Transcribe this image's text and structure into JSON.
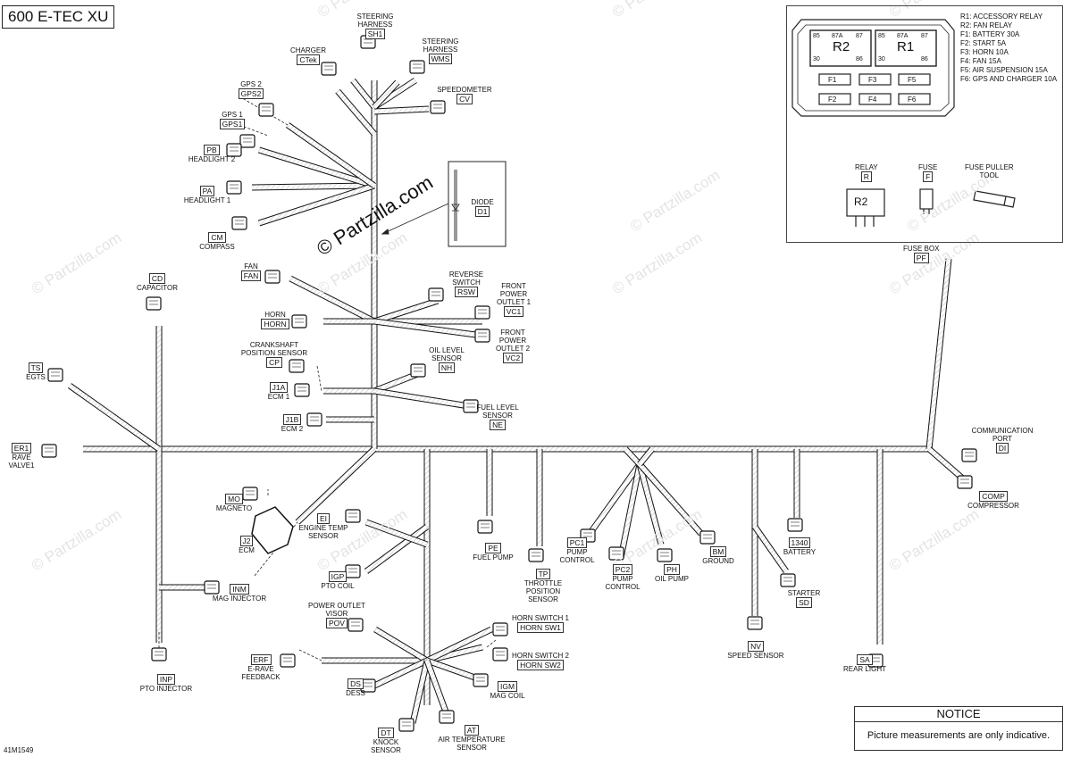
{
  "title": "600 E-TEC XU",
  "drawing_code": "41M1549",
  "watermark": "© Partzilla.com",
  "fuse_box": {
    "legend": [
      "R1: ACCESSORY RELAY",
      "R2: FAN RELAY",
      "F1: BATTERY 30A",
      "F2: START 5A",
      "F3: HORN 10A",
      "F4: FAN 15A",
      "F5: AIR SUSPENSION 15A",
      "F6: GPS AND CHARGER 10A"
    ],
    "relay_terms": [
      "85",
      "87A",
      "87",
      "30",
      "86"
    ],
    "relay_ids": [
      "R2",
      "R1"
    ],
    "fuse_ids": [
      "F1",
      "F3",
      "F5",
      "F2",
      "F4",
      "F6"
    ],
    "relay_label": "RELAY",
    "relay_code": "R",
    "relay_big": "R2",
    "fuse_label": "FUSE",
    "fuse_code": "F",
    "puller_label": "FUSE PULLER\nTOOL",
    "box_label": "FUSE BOX",
    "box_code": "PF"
  },
  "components": [
    {
      "id": "sh1",
      "name": "STEERING\nHARNESS",
      "code": "SH1"
    },
    {
      "id": "wms",
      "name": "STEERING\nHARNESS",
      "code": "WMS"
    },
    {
      "id": "ctek",
      "name": "CHARGER",
      "code": "CTek"
    },
    {
      "id": "cv",
      "name": "SPEEDOMETER",
      "code": "CV"
    },
    {
      "id": "gps2",
      "name": "GPS 2",
      "code": "GPS2"
    },
    {
      "id": "gps1",
      "name": "GPS 1",
      "code": "GPS1"
    },
    {
      "id": "pb",
      "name": "HEADLIGHT 2",
      "code": "PB"
    },
    {
      "id": "pa",
      "name": "HEADLIGHT 1",
      "code": "PA"
    },
    {
      "id": "d1",
      "name": "DIODE",
      "code": "D1"
    },
    {
      "id": "cm",
      "name": "COMPASS",
      "code": "CM"
    },
    {
      "id": "fan",
      "name": "FAN",
      "code": "FAN"
    },
    {
      "id": "rsw",
      "name": "REVERSE\nSWITCH",
      "code": "RSW"
    },
    {
      "id": "vc1",
      "name": "FRONT\nPOWER\nOUTLET 1",
      "code": "VC1"
    },
    {
      "id": "vc2",
      "name": "FRONT\nPOWER\nOUTLET 2",
      "code": "VC2"
    },
    {
      "id": "horn",
      "name": "HORN",
      "code": "HORN"
    },
    {
      "id": "cd",
      "name": "CAPACITOR",
      "code": "CD"
    },
    {
      "id": "cp",
      "name": "CRANKSHAFT\nPOSITION SENSOR",
      "code": "CP"
    },
    {
      "id": "nh",
      "name": "OIL LEVEL\nSENSOR",
      "code": "NH"
    },
    {
      "id": "ts",
      "name": "EGTS",
      "code": "TS"
    },
    {
      "id": "j1a",
      "name": "ECM 1",
      "code": "J1A"
    },
    {
      "id": "ne",
      "name": "FUEL LEVEL\nSENSOR",
      "code": "NE"
    },
    {
      "id": "j1b",
      "name": "ECM 2",
      "code": "J1B"
    },
    {
      "id": "er1",
      "name": "RAVE\nVALVE1",
      "code": "ER1"
    },
    {
      "id": "di",
      "name": "COMMUNICATION\nPORT",
      "code": "DI"
    },
    {
      "id": "comp",
      "name": "COMPRESSOR",
      "code": "COMP"
    },
    {
      "id": "mo",
      "name": "MAGNETO",
      "code": "MO"
    },
    {
      "id": "ei",
      "name": "ENGINE TEMP\nSENSOR",
      "code": "EI"
    },
    {
      "id": "j2",
      "name": "ECM",
      "code": "J2"
    },
    {
      "id": "pe",
      "name": "FUEL PUMP",
      "code": "PE"
    },
    {
      "id": "tp",
      "name": "THROTTLE\nPOSITION\nSENSOR",
      "code": "TP"
    },
    {
      "id": "pc1",
      "name": "PUMP\nCONTROL",
      "code": "PC1"
    },
    {
      "id": "pc2",
      "name": "PUMP\nCONTROL",
      "code": "PC2"
    },
    {
      "id": "ph",
      "name": "OIL PUMP",
      "code": "PH"
    },
    {
      "id": "bm",
      "name": "GROUND",
      "code": "BM"
    },
    {
      "id": "bat",
      "name": "BATTERY",
      "code": "1340"
    },
    {
      "id": "sd",
      "name": "STARTER",
      "code": "SD"
    },
    {
      "id": "igp",
      "name": "PTO COIL",
      "code": "IGP"
    },
    {
      "id": "inm",
      "name": "MAG INJECTOR",
      "code": "INM"
    },
    {
      "id": "pov",
      "name": "POWER OUTLET\nVISOR",
      "code": "POV"
    },
    {
      "id": "hsw1",
      "name": "HORN SWITCH 1",
      "code": "HORN SW1"
    },
    {
      "id": "hsw2",
      "name": "HORN SWITCH 2",
      "code": "HORN SW2"
    },
    {
      "id": "erf",
      "name": "E-RAVE\nFEEDBACK",
      "code": "ERF"
    },
    {
      "id": "nv",
      "name": "SPEED SENSOR",
      "code": "NV"
    },
    {
      "id": "sa",
      "name": "REAR LIGHT",
      "code": "SA"
    },
    {
      "id": "inp",
      "name": "PTO INJECTOR",
      "code": "INP"
    },
    {
      "id": "ds",
      "name": "DESS",
      "code": "DS"
    },
    {
      "id": "igm",
      "name": "MAG COIL",
      "code": "IGM"
    },
    {
      "id": "dt",
      "name": "KNOCK\nSENSOR",
      "code": "DT"
    },
    {
      "id": "at",
      "name": "AIR TEMPERATURE\nSENSOR",
      "code": "AT"
    }
  ],
  "notice": {
    "heading": "NOTICE",
    "text": "Picture measurements are only indicative."
  }
}
